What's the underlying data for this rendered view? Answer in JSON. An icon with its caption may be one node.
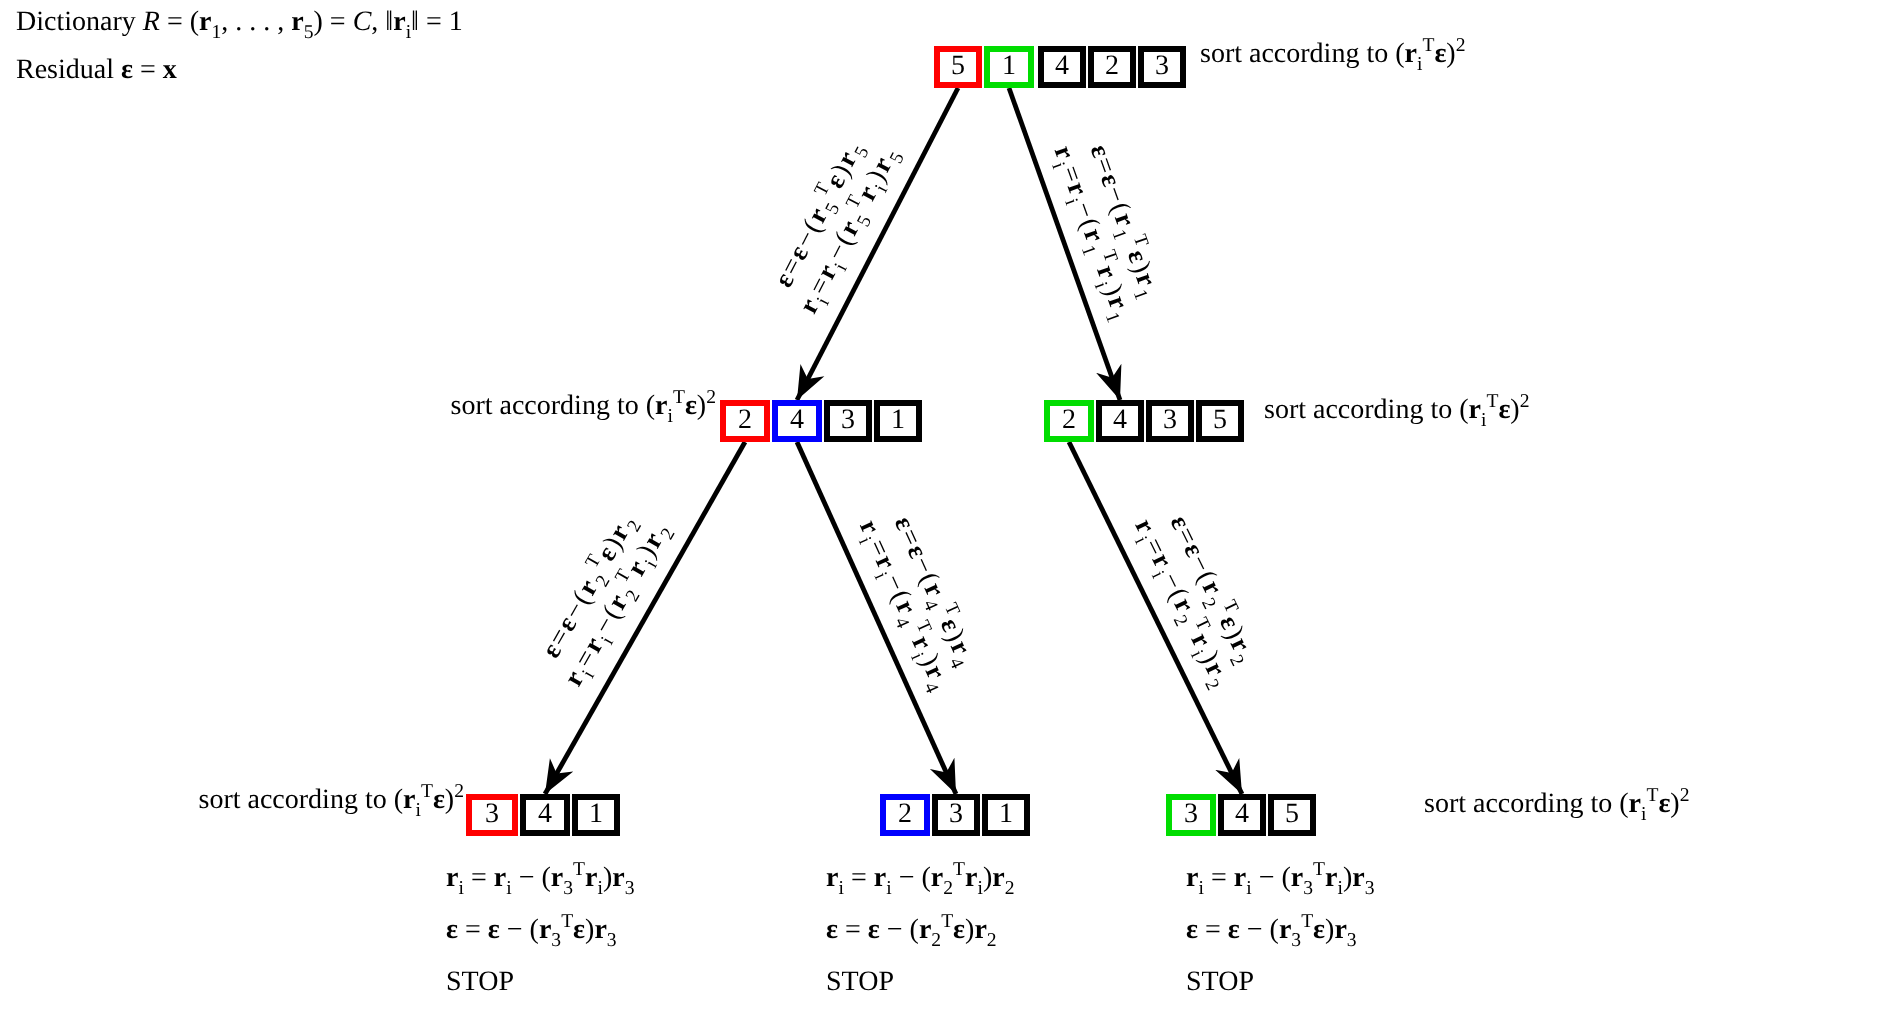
{
  "diagram": {
    "nodes": [
      {
        "text": [
          "5"
        ]
      },
      {
        "text": [
          "1"
        ]
      },
      {
        "text": [
          "4"
        ]
      },
      {
        "text": [
          "2"
        ]
      },
      {
        "text": [
          "3"
        ],
        "beside": [
          "sort according to (**r**$_{i}$$^{T}$**ε**)$^{2}$"
        ]
      },
      {
        "text": [
          "2"
        ],
        "beside": [
          "sort according to (**r**$_{i}$$^{T}$**ε**)$^{2}$"
        ]
      },
      {
        "text": [
          "4"
        ]
      },
      {
        "text": [
          "3"
        ]
      },
      {
        "text": [
          "1"
        ]
      },
      {
        "text": [
          "2"
        ]
      },
      {
        "text": [
          "4"
        ]
      },
      {
        "text": [
          "3"
        ]
      },
      {
        "text": [
          "5"
        ],
        "beside": [
          "sort according to (**r**$_{i}$$^{T}$**ε**)$^{2}$"
        ]
      },
      {
        "text": [
          "3"
        ],
        "beside": [
          "sort according to (**r**$_{i}$$^{T}$**ε**)$^{2}$"
        ]
      },
      {
        "text": [
          "4"
        ]
      },
      {
        "text": [
          "1"
        ]
      },
      {
        "text": [
          "2"
        ]
      },
      {
        "text": [
          "3"
        ]
      },
      {
        "text": [
          "1"
        ]
      },
      {
        "text": [
          "3"
        ]
      },
      {
        "text": [
          "4"
        ]
      },
      {
        "text": [
          "5"
        ],
        "beside": [
          "sort according to (**r**$_{i}$$^{T}$**ε**)$^{2}$"
        ]
      }
    ],
    "edges": [
      {
        "from": 0,
        "to": 6,
        "arrow": "to",
        "label": "**ε**=**ε**−(**r**$_{5}$$^{T}$**ε**)**r**$_{5}$"
      },
      {
        "from": 1,
        "to": 10,
        "arrow": "to",
        "label": "**ε**=**ε**−(**r**$_{1}$$^{T}$**ε**)**r**$_{1}$"
      },
      {
        "from": 5,
        "to": 14,
        "arrow": "to",
        "label": "**ε**=**ε**−(**r**$_{2}$$^{T}$**ε**)**r**$_{2}$"
      },
      {
        "from": 6,
        "to": 17,
        "arrow": "to",
        "label": "**ε**=**ε**−(**r**$_{4}$$^{T}$**ε**)**r**$_{4}$"
      },
      {
        "from": 9,
        "to": 20,
        "arrow": "to",
        "label": "**ε**=**ε**−(**r**$_{2}$$^{T}$**ε**)**r**$_{2}$"
      }
    ],
    "labels": [
      "Dictionary *R* = (**r**$_{1}$, . . . , **r**$_{5}$) = *C*, ‖**r**$_{i}$‖ = 1",
      "Residual **ε** = **x**",
      "**r**$_{i}$=**r**$_{i}$−(**r**$_{5}$$^{T}$**r**$_{i}$)**r**$_{5}$",
      "**r**$_{i}$=**r**$_{i}$−(**r**$_{1}$$^{T}$**r**$_{i}$)**r**$_{1}$",
      "**r**$_{i}$=**r**$_{i}$−(**r**$_{2}$$^{T}$**r**$_{i}$)**r**$_{2}$",
      "**r**$_{i}$=**r**$_{i}$−(**r**$_{4}$$^{T}$**r**$_{i}$)**r**$_{4}$",
      "**r**$_{i}$=**r**$_{i}$−(**r**$_{2}$$^{T}$**r**$_{i}$)**r**$_{2}$",
      "**r**$_{i}$ = **r**$_{i}$ − (**r**$_{3}$$^{T}$**r**$_{i}$)**r**$_{3}$",
      "**r**$_{i}$ = **r**$_{i}$ − (**r**$_{2}$$^{T}$**r**$_{i}$)**r**$_{2}$",
      "**r**$_{i}$ = **r**$_{i}$ − (**r**$_{3}$$^{T}$**r**$_{i}$)**r**$_{3}$",
      "**ε** = **ε** − (**r**$_{3}$$^{T}$**ε**)**r**$_{3}$",
      "**ε** = **ε** − (**r**$_{2}$$^{T}$**ε**)**r**$_{2}$",
      "**ε** = **ε** − (**r**$_{3}$$^{T}$**ε**)**r**$_{3}$",
      "STOP",
      "STOP",
      "STOP"
    ]
  }
}
